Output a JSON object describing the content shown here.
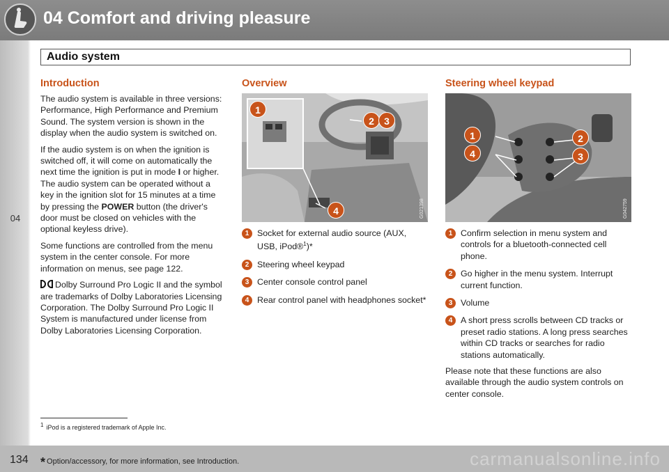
{
  "header": {
    "title": "04 Comfort and driving pleasure",
    "section": "Audio system"
  },
  "chapter_tab": "04",
  "introduction": {
    "heading": "Introduction",
    "p1": "The audio system is available in three versions: Performance, High Performance and Premium Sound. The system version is shown in the display when the audio system is switched on.",
    "p2_a": "If the audio system is on when the ignition is switched off, it will come on automatically the next time the ignition is put in mode ",
    "p2_mode": "I",
    "p2_b": " or higher. The audio system can be operated without a key in the ignition slot for 15 minutes at a time by pressing the ",
    "p2_power": "POWER",
    "p2_c": " button (the driver's door must be closed on vehicles with the optional keyless drive).",
    "p3": "Some functions are controlled from the menu system in the center console. For more information on menus, see page 122.",
    "p4": "Dolby Surround Pro Logic II and the symbol are trademarks of Dolby Laboratories Licensing Corporation. The Dolby Surround Pro Logic II System is manufactured under license from Dolby Laboratories Licensing Corporation."
  },
  "overview": {
    "heading": "Overview",
    "image_code": "G021398",
    "callouts": [
      "1",
      "2",
      "3",
      "4"
    ],
    "items": [
      {
        "num": "1",
        "text": "Socket for external audio source (AUX, USB, iPod®",
        "sup": "1",
        "tail": ")*"
      },
      {
        "num": "2",
        "text": "Steering wheel keypad"
      },
      {
        "num": "3",
        "text": "Center console control panel"
      },
      {
        "num": "4",
        "text": "Rear control panel with headphones socket*"
      }
    ]
  },
  "steering": {
    "heading": "Steering wheel keypad",
    "image_code": "G042759",
    "callouts": [
      "1",
      "2",
      "3",
      "4"
    ],
    "items": [
      {
        "num": "1",
        "text": "Confirm selection in menu system and controls for a bluetooth-connected cell phone."
      },
      {
        "num": "2",
        "text": "Go higher in the menu system. Interrupt current function."
      },
      {
        "num": "3",
        "text": "Volume"
      },
      {
        "num": "4",
        "text": "A short press scrolls between CD tracks or preset radio stations. A long press searches within CD tracks or searches for radio stations automatically."
      }
    ],
    "note": "Please note that these functions are also available through the audio system controls on center console."
  },
  "footnote": {
    "mark": "1",
    "text": "iPod is a registered trademark of Apple Inc."
  },
  "footer": {
    "page": "134",
    "star": "*",
    "note": "Option/accessory, for more information, see Introduction.",
    "watermark": "carmanualsonline.info"
  },
  "colors": {
    "accent": "#c8531a",
    "header_bg": "#808080",
    "footer_bg": "#b9b9b9"
  }
}
